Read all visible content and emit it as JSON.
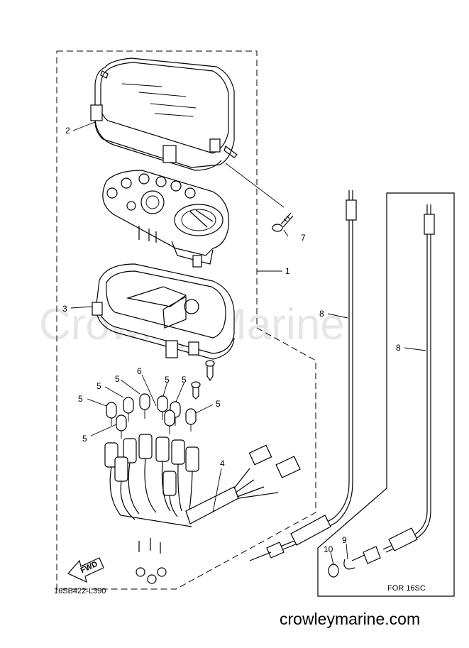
{
  "watermark": "Crowley Marine",
  "drawing_code": "16SB422-L390",
  "variant_label": "FOR 16SC",
  "fwd_label": "FWD",
  "footer_site": "crowleymarine.com",
  "callouts": {
    "c1": "1",
    "c2": "2",
    "c3": "3",
    "c4": "4",
    "c5a": "5",
    "c5b": "5",
    "c5c": "5",
    "c5d": "5",
    "c5e": "5",
    "c6": "6",
    "c7": "7",
    "c8a": "8",
    "c8b": "8",
    "c9": "9",
    "c10": "10"
  }
}
